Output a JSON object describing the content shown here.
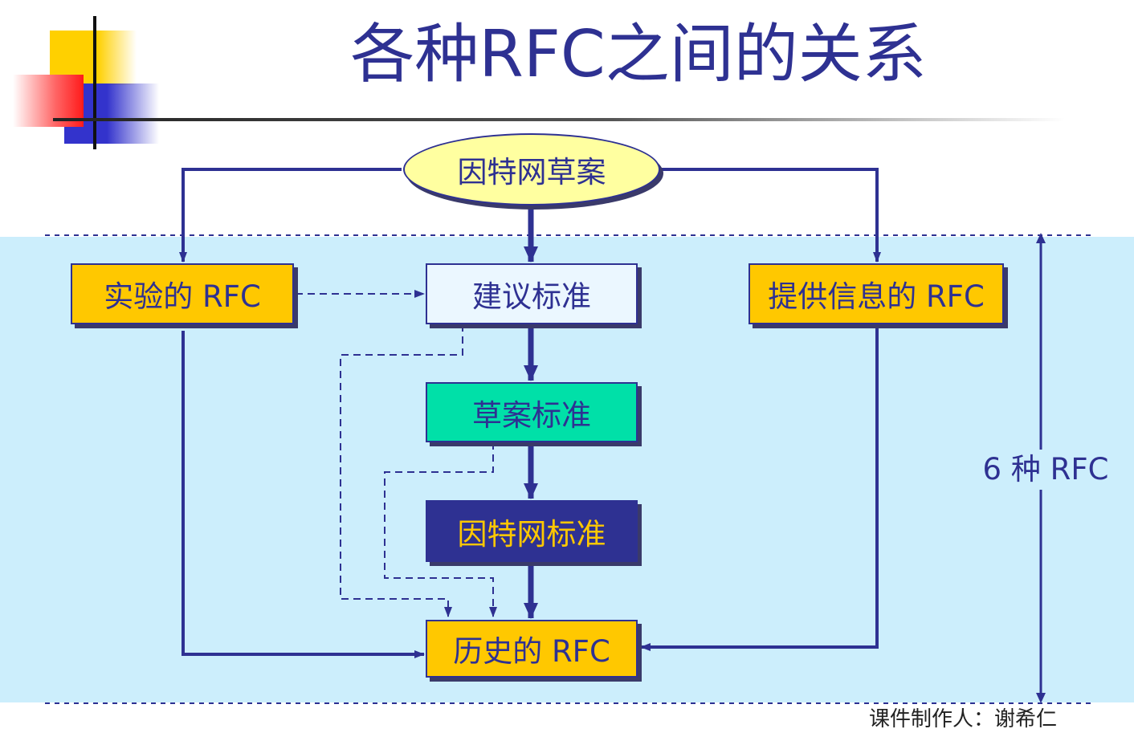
{
  "slide": {
    "title": "各种RFC之间的关系",
    "author": "课件制作人：谢希仁"
  },
  "diagram": {
    "nodes": {
      "internet_draft": "因特网草案",
      "experimental": "实验的 RFC",
      "proposed": "建议标准",
      "informational": "提供信息的 RFC",
      "draft_standard": "草案标准",
      "internet_standard": "因特网标准",
      "historic": "历史的 RFC"
    },
    "count_label": "6 种 RFC"
  },
  "colors": {
    "navy": "#2e3192",
    "gold": "#ffc800",
    "teal": "#00e0a8",
    "light_yellow": "#ffffa0",
    "pale_blue": "#cceefc"
  }
}
